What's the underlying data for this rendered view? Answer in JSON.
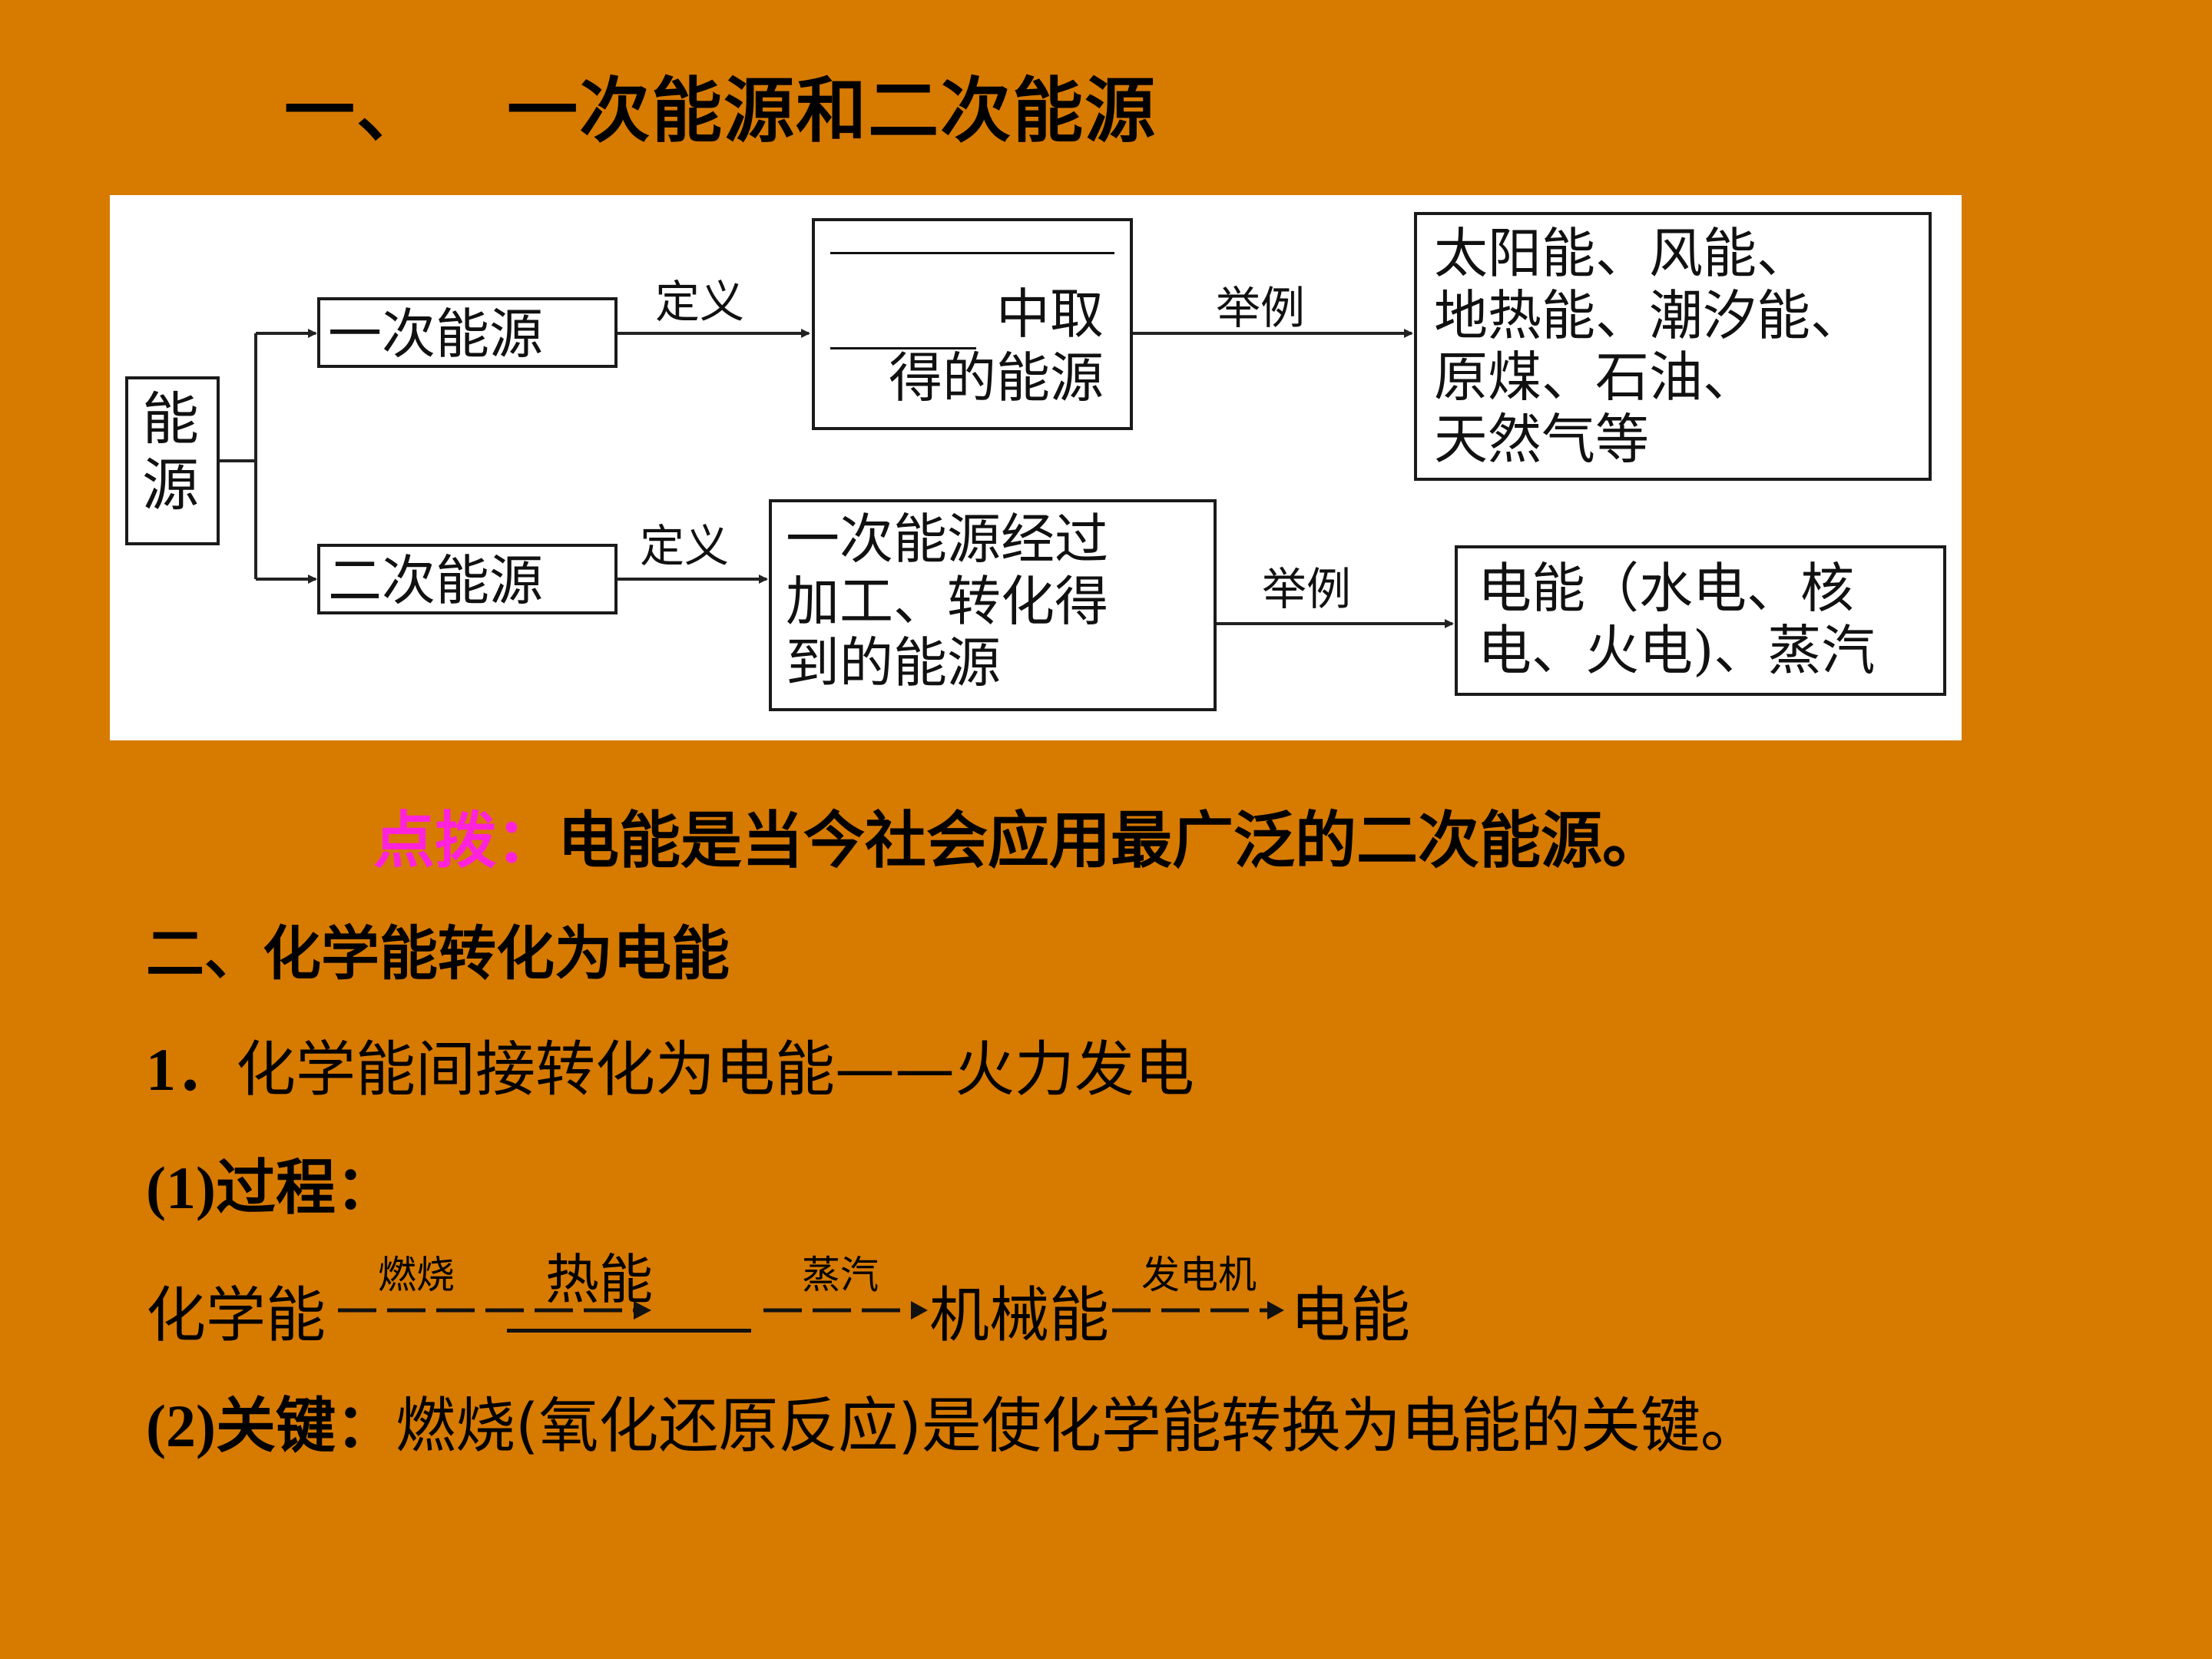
{
  "title": "一、   一次能源和二次能源",
  "diagram": {
    "root": "能\n源",
    "primary": {
      "name": "一次能源",
      "def_label": "定义",
      "def_text": "中取\n得的能源",
      "ex_label": "举例",
      "examples": "太阳能、风能、\n地热能、潮汐能、\n原煤、石油、\n天然气等"
    },
    "secondary": {
      "name": "二次能源",
      "def_label": "定义",
      "def_text": "一次能源经过\n加工、转化得\n到的能源",
      "ex_label": "举例",
      "examples": "电能（水电、核\n电、火电)、蒸汽"
    }
  },
  "tip": {
    "key": "点拨：",
    "text": "电能是当今社会应用最广泛的二次能源。"
  },
  "section2": {
    "heading": "二、化学能转化为电能",
    "item1_num": "1．",
    "item1_text": "化学能间接转化为电能——火力发电",
    "process_label": "(1)过程：",
    "flow": {
      "start": "化学能",
      "arrow1": "燃烧",
      "blank_answer": "热能",
      "arrow2": "蒸汽",
      "mid": "机械能",
      "arrow3": "发电机",
      "end": "电能"
    },
    "key_label": "(2)关键：",
    "key_text": "燃烧(氧化还原反应)是使化学能转换为电能的关键。"
  },
  "colors": {
    "background": "#D77A00",
    "tip_key": "#FF22DD",
    "diagram_bg": "#FFFFFF"
  }
}
